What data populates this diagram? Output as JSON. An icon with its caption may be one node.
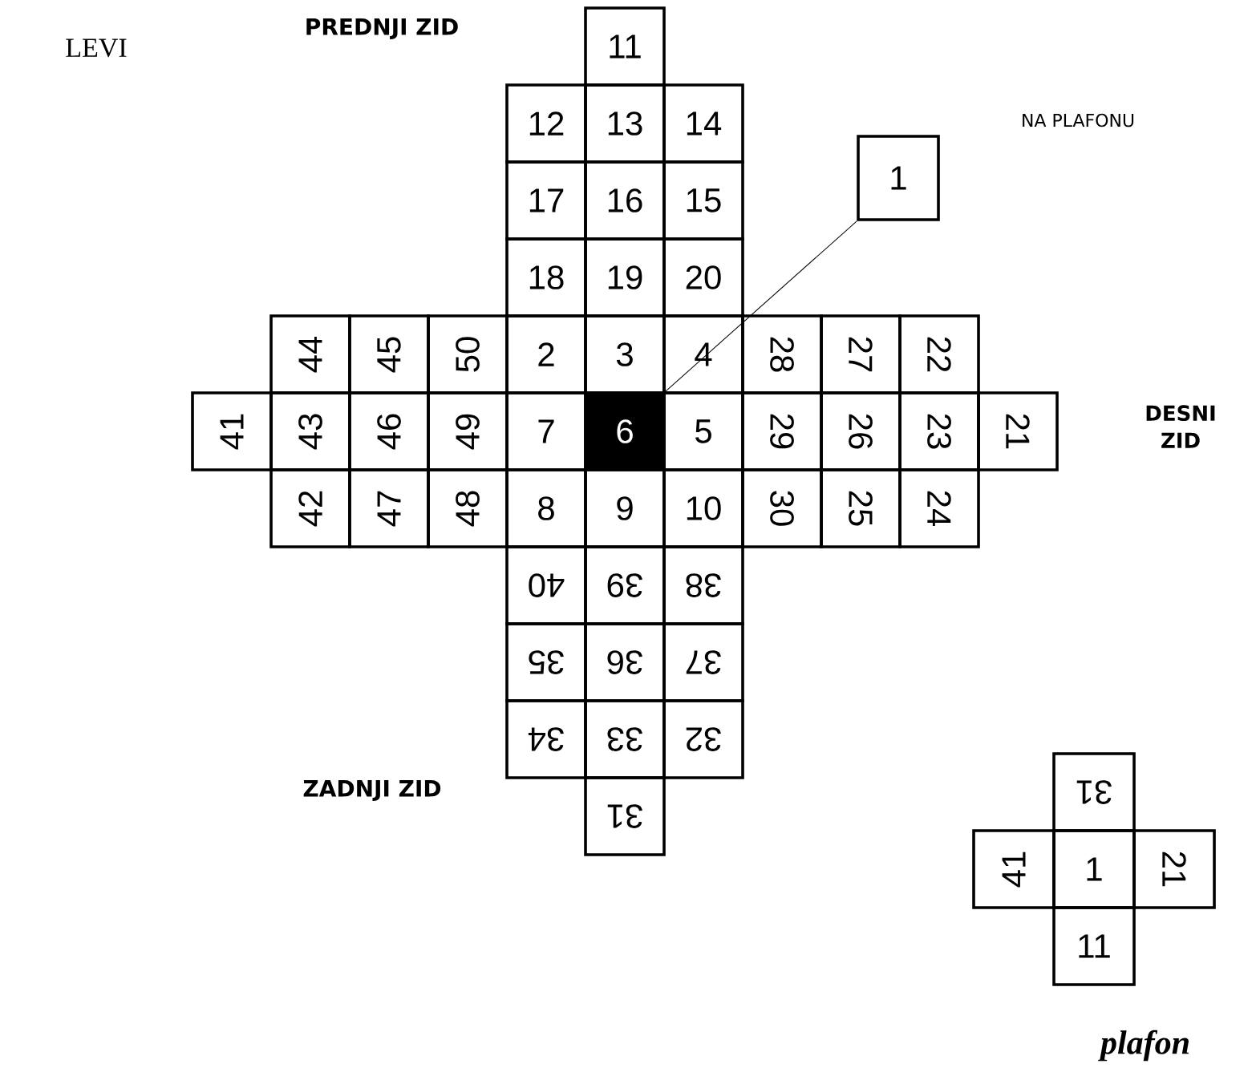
{
  "diagram": {
    "nodes": [
      {
        "text": [
          "11"
        ]
      },
      {
        "text": [
          "12"
        ]
      },
      {
        "text": [
          "13"
        ]
      },
      {
        "text": [
          "14"
        ]
      },
      {
        "text": [
          "1"
        ]
      },
      {
        "text": [
          "17"
        ]
      },
      {
        "text": [
          "16"
        ]
      },
      {
        "text": [
          "15"
        ]
      },
      {
        "text": [
          "18"
        ]
      },
      {
        "text": [
          "19"
        ]
      },
      {
        "text": [
          "20"
        ]
      },
      {
        "text": [
          "44"
        ]
      },
      {
        "text": [
          "45"
        ]
      },
      {
        "text": [
          "50"
        ]
      },
      {
        "text": [
          "2"
        ]
      },
      {
        "text": [
          "3"
        ]
      },
      {
        "text": [
          "4"
        ]
      },
      {
        "text": [
          "28"
        ]
      },
      {
        "text": [
          "27"
        ]
      },
      {
        "text": [
          "22"
        ]
      },
      {
        "text": [
          "41"
        ]
      },
      {
        "text": [
          "43"
        ]
      },
      {
        "text": [
          "46"
        ]
      },
      {
        "text": [
          "49"
        ]
      },
      {
        "text": [
          "7"
        ]
      },
      {
        "text": [
          "6"
        ]
      },
      {
        "text": [
          "5"
        ]
      },
      {
        "text": [
          "29"
        ]
      },
      {
        "text": [
          "26"
        ]
      },
      {
        "text": [
          "23"
        ]
      },
      {
        "text": [
          "21"
        ]
      },
      {
        "text": [
          "42"
        ]
      },
      {
        "text": [
          "47"
        ]
      },
      {
        "text": [
          "48"
        ]
      },
      {
        "text": [
          "8"
        ]
      },
      {
        "text": [
          "9"
        ]
      },
      {
        "text": [
          "10"
        ]
      },
      {
        "text": [
          "30"
        ]
      },
      {
        "text": [
          "25"
        ]
      },
      {
        "text": [
          "24"
        ]
      },
      {
        "text": [
          "40"
        ]
      },
      {
        "text": [
          "39"
        ]
      },
      {
        "text": [
          "38"
        ]
      },
      {
        "text": [
          "35"
        ]
      },
      {
        "text": [
          "36"
        ]
      },
      {
        "text": [
          "37"
        ]
      },
      {
        "text": [
          "34"
        ]
      },
      {
        "text": [
          "33"
        ]
      },
      {
        "text": [
          "32"
        ]
      },
      {
        "text": [
          "31"
        ]
      },
      {
        "text": [
          "31"
        ]
      },
      {
        "text": [
          "41"
        ]
      },
      {
        "text": [
          "1"
        ]
      },
      {
        "text": [
          "21"
        ]
      },
      {
        "text": [
          "11"
        ]
      }
    ],
    "edges": [
      {
        "from": 4,
        "to": 25,
        "arrow": "none"
      }
    ],
    "labels": [
      "LEVI",
      "PREDNJI ZID",
      "NA PLAFONU",
      "DESNI ZID",
      "ZADNJI ZID",
      "plafon"
    ]
  }
}
